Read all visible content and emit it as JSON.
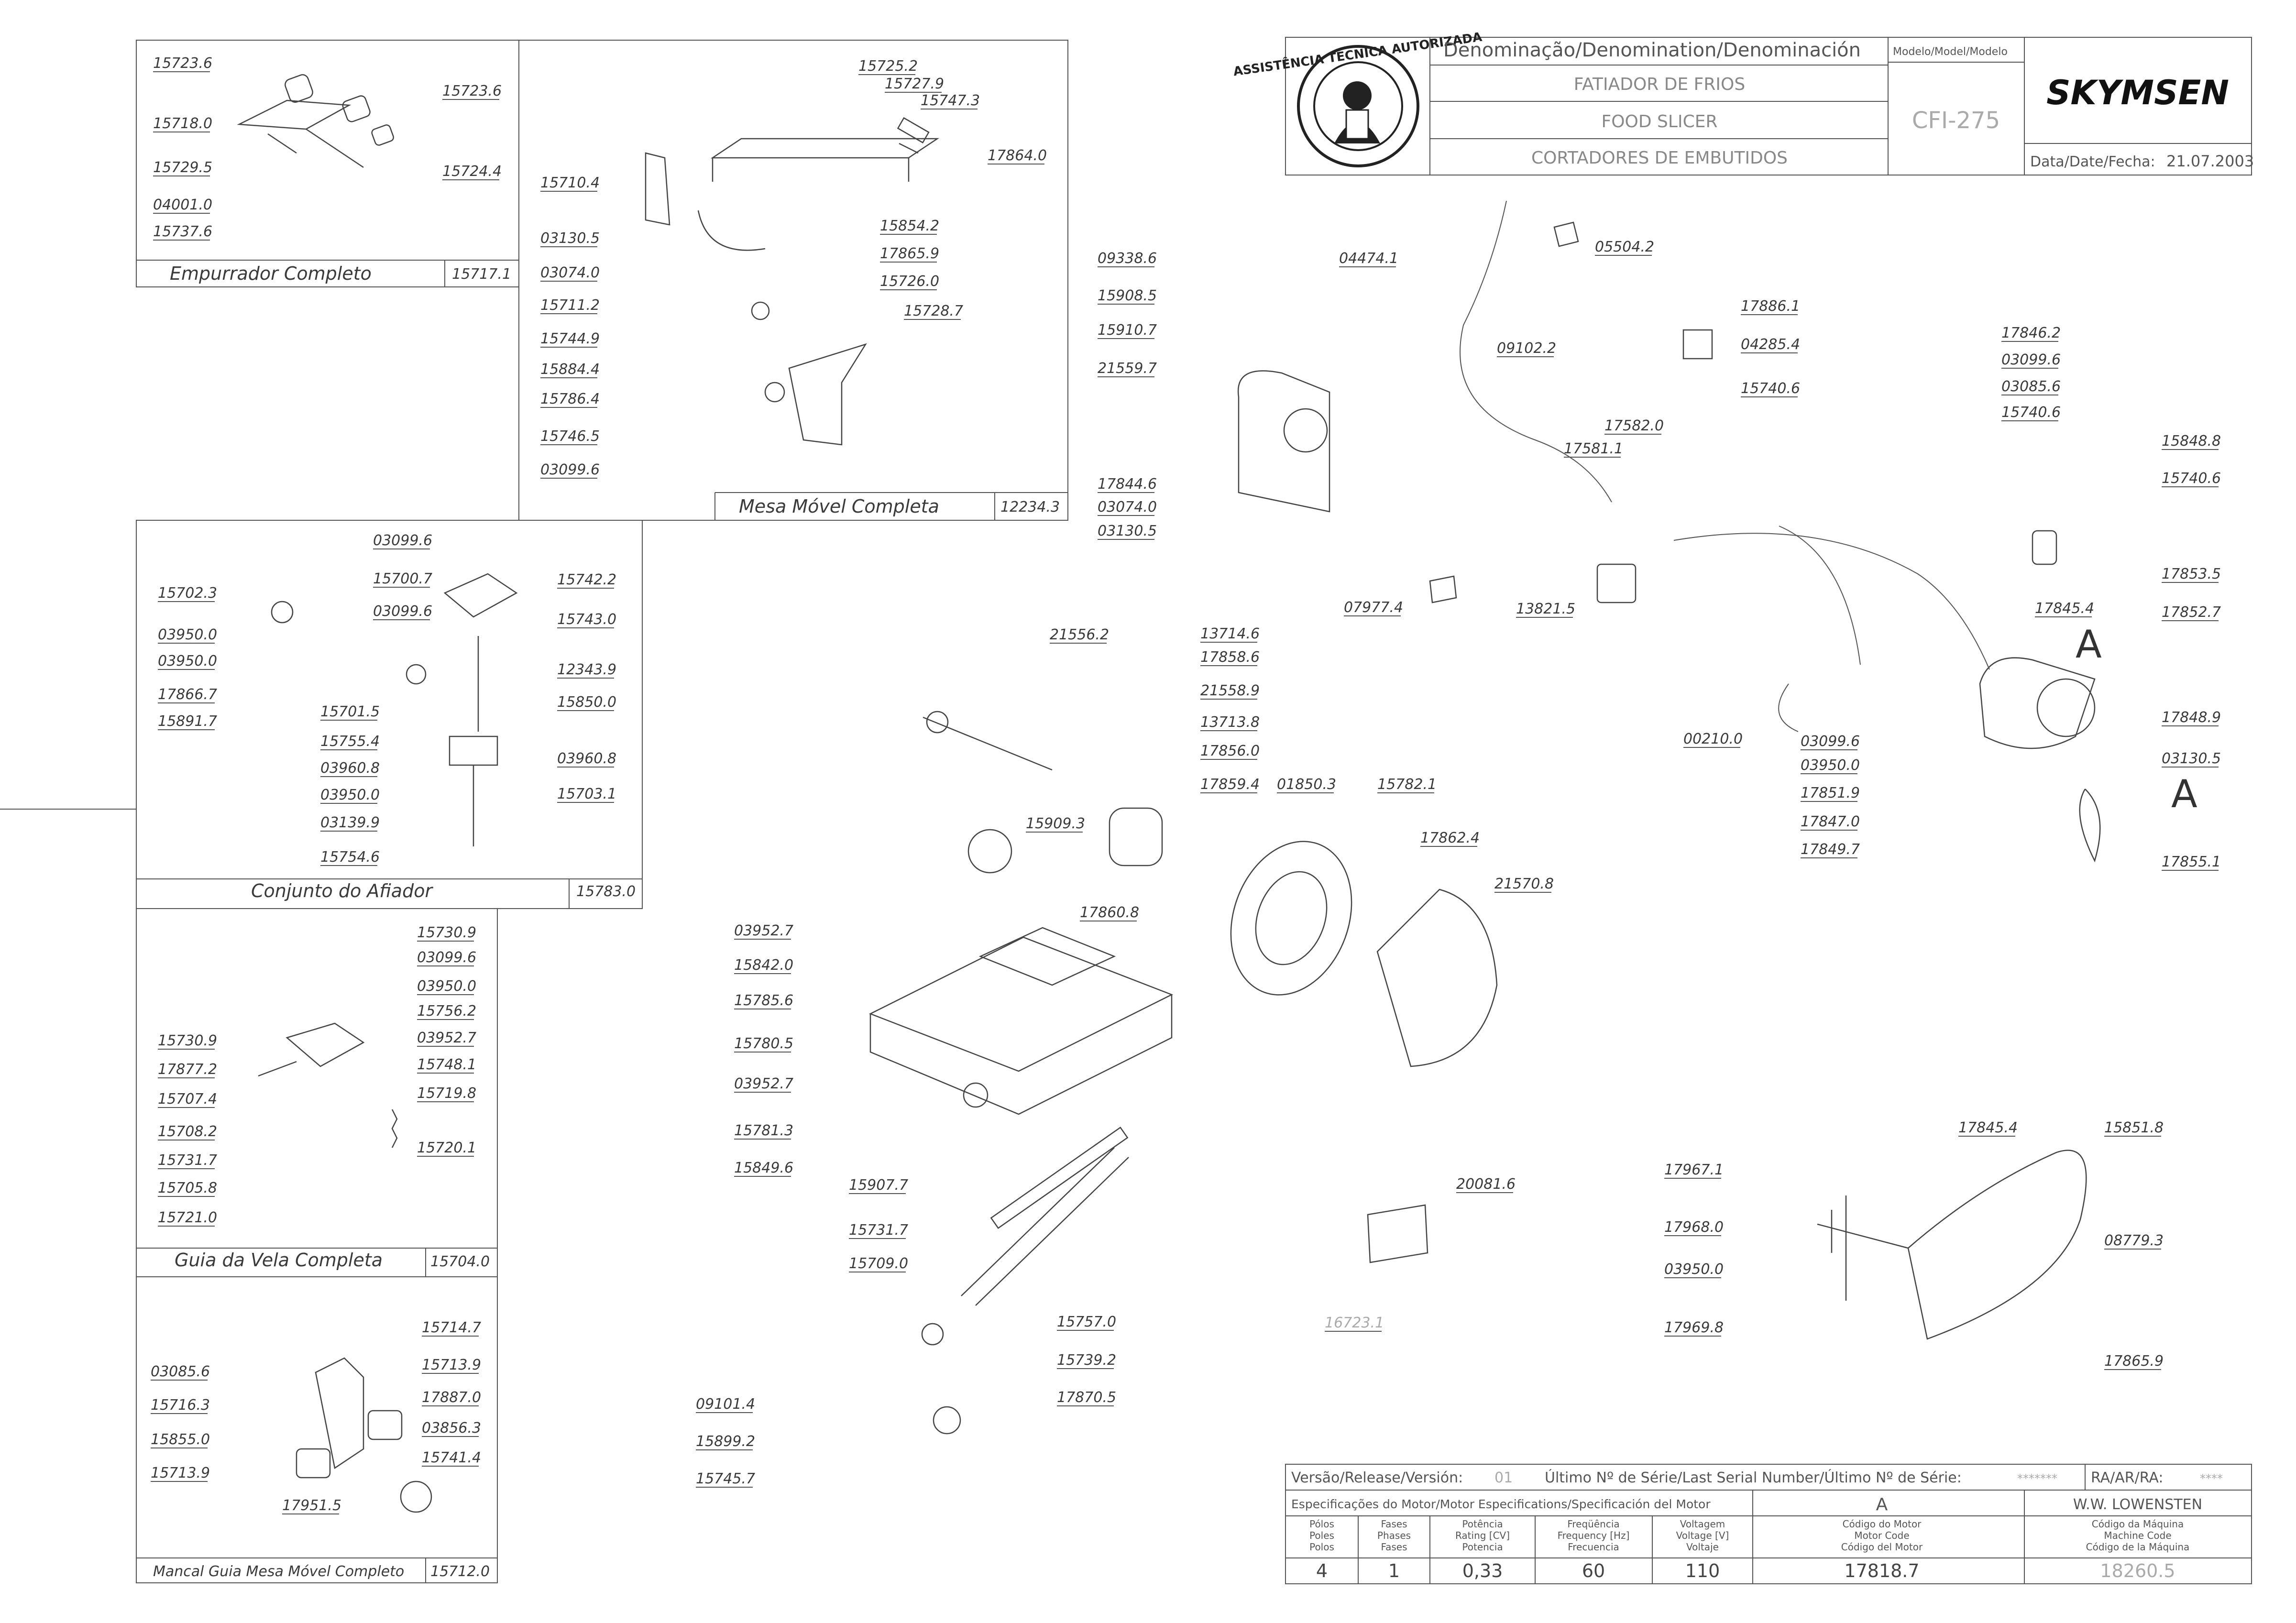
{
  "title_block": {
    "denomination_header": "Denominação/Denomination/Denominación",
    "model_header": "Modelo/Model/Modelo",
    "name_pt": "FATIADOR DE FRIOS",
    "name_en": "FOOD SLICER",
    "name_es": "CORTADORES DE EMBUTIDOS",
    "model": "CFI-275",
    "brand": "SKYMSEN",
    "date_label": "Data/Date/Fecha:",
    "date_value": "21.07.2003",
    "seal_text": "ASSISTÊNCIA TÉCNICA AUTORIZADA"
  },
  "subassemblies": [
    {
      "name": "Empurrador Completo",
      "code": "15717.1"
    },
    {
      "name": "Mesa Móvel Completa",
      "code": "12234.3"
    },
    {
      "name": "Conjunto do Afiador",
      "code": "15783.0"
    },
    {
      "name": "Guia da Vela Completa",
      "code": "15704.0"
    },
    {
      "name": "Mancal Guia Mesa Móvel Completo",
      "code": "15712.0"
    }
  ],
  "labels": {
    "empurrador": [
      "15723.6",
      "15718.0",
      "15729.5",
      "04001.0",
      "15737.6",
      "15723.6",
      "15724.4"
    ],
    "mesa": [
      "15725.2",
      "15727.9",
      "15747.3",
      "17864.0",
      "15710.4",
      "03130.5",
      "03074.0",
      "15711.2",
      "15854.2",
      "17865.9",
      "15726.0",
      "15728.7",
      "15744.9",
      "15884.4",
      "15786.4",
      "15746.5",
      "03099.6"
    ],
    "afiador": [
      "03099.6",
      "15702.3",
      "15700.7",
      "03950.0",
      "03099.6",
      "15742.2",
      "03950.0",
      "15743.0",
      "17866.7",
      "15891.7",
      "12343.9",
      "15850.0",
      "15701.5",
      "15755.4",
      "03960.8",
      "03960.8",
      "03950.0",
      "15703.1",
      "03139.9",
      "15754.6"
    ],
    "guia_vela": [
      "15730.9",
      "03099.6",
      "03950.0",
      "15756.2",
      "03952.7",
      "15748.1",
      "15719.8",
      "15730.9",
      "17877.2",
      "15707.4",
      "15708.2",
      "15731.7",
      "15705.8",
      "15721.0",
      "15720.1"
    ],
    "mancal": [
      "15714.7",
      "03085.6",
      "15713.9",
      "15716.3",
      "17887.0",
      "03856.3",
      "15855.0",
      "15741.4",
      "15713.9",
      "17951.5"
    ],
    "center": [
      "09338.6",
      "04474.1",
      "15908.5",
      "15910.7",
      "21559.7",
      "17844.6",
      "03074.0",
      "03130.5",
      "21556.2",
      "13714.6",
      "17858.6",
      "21558.9",
      "13713.8",
      "17856.0",
      "17859.4",
      "01850.3",
      "15782.1",
      "15909.3",
      "17862.4",
      "21570.8",
      "17860.8",
      "03952.7",
      "15842.0",
      "15785.6",
      "15780.5",
      "03952.7",
      "15781.3",
      "15849.6",
      "15907.7",
      "15731.7",
      "15709.0",
      "15757.0",
      "15739.2",
      "17870.5",
      "09101.4",
      "15899.2",
      "15745.7",
      "20081.6",
      "16723.1",
      "07977.4"
    ],
    "wiring": [
      "05504.2",
      "09102.2",
      "17886.1",
      "04285.4",
      "15740.6",
      "17582.0",
      "17581.1",
      "13821.5",
      "00210.0"
    ],
    "motor": [
      "17846.2",
      "03099.6",
      "03085.6",
      "15740.6",
      "15848.8",
      "15740.6",
      "17853.5",
      "17845.4",
      "17852.7",
      "17848.9",
      "03099.6",
      "03950.0",
      "03130.5",
      "17851.9",
      "17847.0",
      "17849.7",
      "17855.1"
    ],
    "blade_guard": [
      "17845.4",
      "15851.8",
      "17967.1",
      "17968.0",
      "03950.0",
      "08779.3",
      "17969.8",
      "17865.9"
    ],
    "marks": [
      "A",
      "A"
    ]
  },
  "release_block": {
    "version_label": "Versão/Release/Versión:",
    "version_value": "01",
    "serial_label": "Último Nº de Série/Last Serial Number/Último Nº de Série:",
    "serial_value": "*******",
    "ra_label": "RA/AR/RA:",
    "ra_value": "****",
    "motor_spec_label": "Especificações do Motor/Motor Especifications/Specificación del Motor",
    "motor_letter": "A",
    "author": "W.W. LOWENSTEN",
    "col_headers": [
      [
        "Pólos",
        "Poles",
        "Polos"
      ],
      [
        "Fases",
        "Phases",
        "Fases"
      ],
      [
        "Potência",
        "Rating [CV]",
        "Potencia"
      ],
      [
        "Freqüência",
        "Frequency [Hz]",
        "Frecuencia"
      ],
      [
        "Voltagem",
        "Voltage [V]",
        "Voltaje"
      ],
      [
        "Código do Motor",
        "Motor Code",
        "Código del Motor"
      ],
      [
        "Código da Máquina",
        "Machine Code",
        "Código de la Máquina"
      ]
    ],
    "values": [
      "4",
      "1",
      "0,33",
      "60",
      "110",
      "17818.7",
      "18260.5"
    ]
  }
}
